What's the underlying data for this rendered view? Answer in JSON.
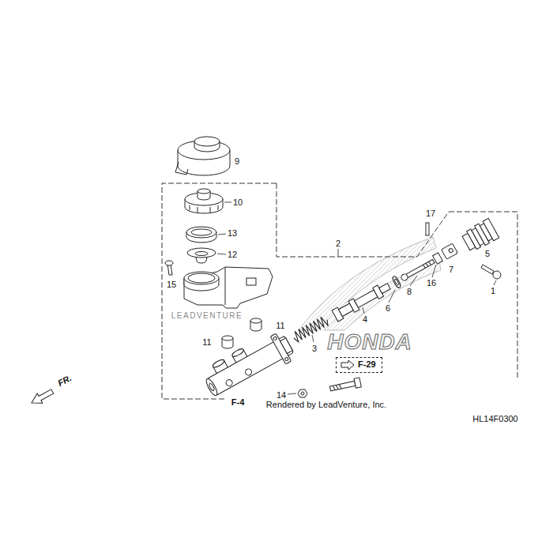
{
  "diagram": {
    "nodes": [
      {
        "text": [
          "F-29"
        ]
      }
    ],
    "labels": [
      "9",
      "10",
      "13",
      "12",
      "15",
      "2",
      "17",
      "5",
      "1",
      "7",
      "16",
      "8",
      "6",
      "4",
      "11",
      "11",
      "3",
      "14",
      "F-4",
      "FR.",
      "HL14F0300",
      "Rendered by LeadVenture, Inc.",
      "LEADVENTURE",
      "HONDA"
    ]
  }
}
